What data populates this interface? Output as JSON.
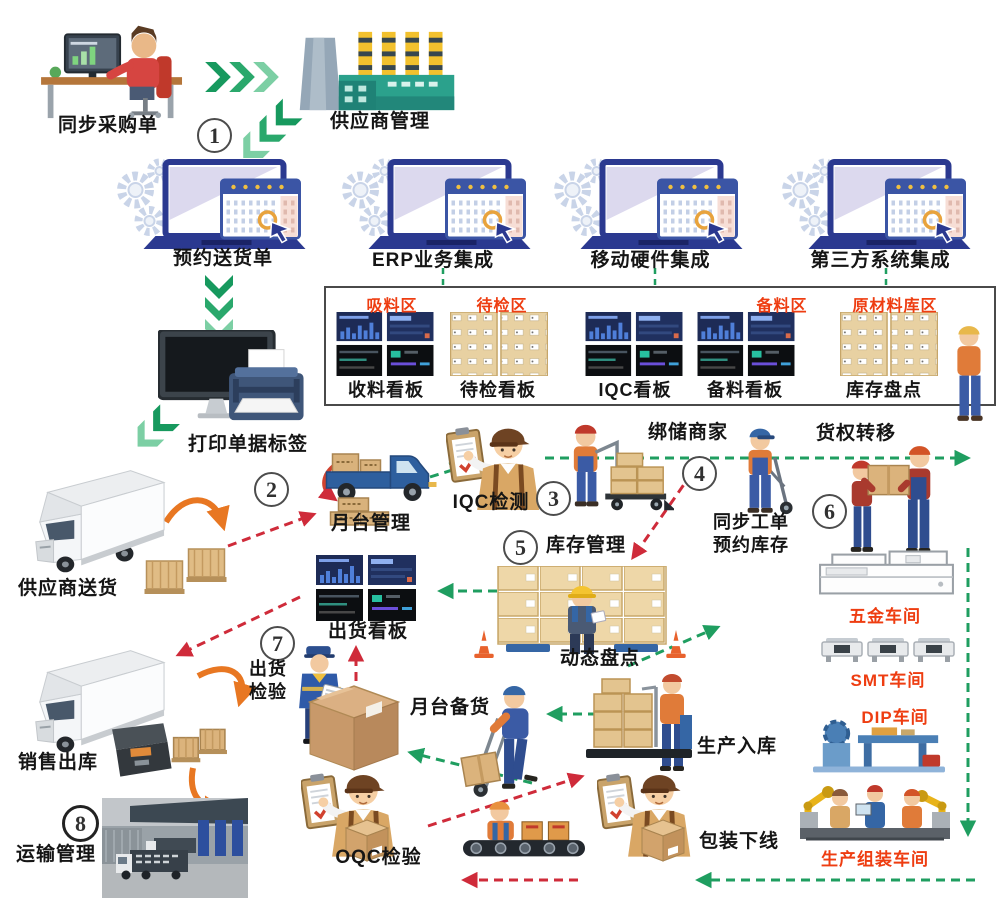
{
  "colors": {
    "label_red": "#ee3d11",
    "arrow_green": "#1f9e60",
    "arrow_red": "#cf2b3a",
    "orange_arrow": "#e87722",
    "laptop_navy": "#2b3990",
    "factory_teal": "#2ba18c",
    "box_tan": "#e3c48f",
    "panel_border": "#4a4a4a"
  },
  "numbers": [
    "1",
    "2",
    "3",
    "4",
    "5",
    "6",
    "7",
    "8"
  ],
  "labels": {
    "sync_po": "同步采购单",
    "supplier_mgmt": "供应商管理",
    "delivery_note": "预约送货单",
    "erp": "ERP业务集成",
    "mobile_hw": "移动硬件集成",
    "third_party": "第三方系统集成",
    "print_label": "打印单据标签",
    "dock_mgmt": "月台管理",
    "iqc_test": "IQC检测",
    "bind_merchant": "绑储商家",
    "cargo_transfer": "货权转移",
    "sync_wo_line1": "同步工单",
    "sync_wo_line2": "预约库存",
    "inv_mgmt": "库存管理",
    "supplier_delivery": "供应商送货",
    "ship_board": "出货看板",
    "dynamic_count": "动态盘点",
    "ship_check_line1": "出货",
    "ship_check_line2": "检验",
    "dock_prep": "月台备货",
    "prod_in": "生产入库",
    "sales_out": "销售出库",
    "transport": "运输管理",
    "oqc": "OQC检验",
    "packing": "包装下线",
    "hw_shop": "五金车间",
    "smt_shop": "SMT车间",
    "dip_shop": "DIP车间",
    "assembly_shop": "生产组装车间"
  },
  "panel": {
    "zones": [
      "吸料区",
      "待检区",
      "备料区",
      "原材料库区"
    ],
    "boards": [
      "收料看板",
      "待检看板",
      "IQC看板",
      "备料看板",
      "库存盘点"
    ]
  }
}
